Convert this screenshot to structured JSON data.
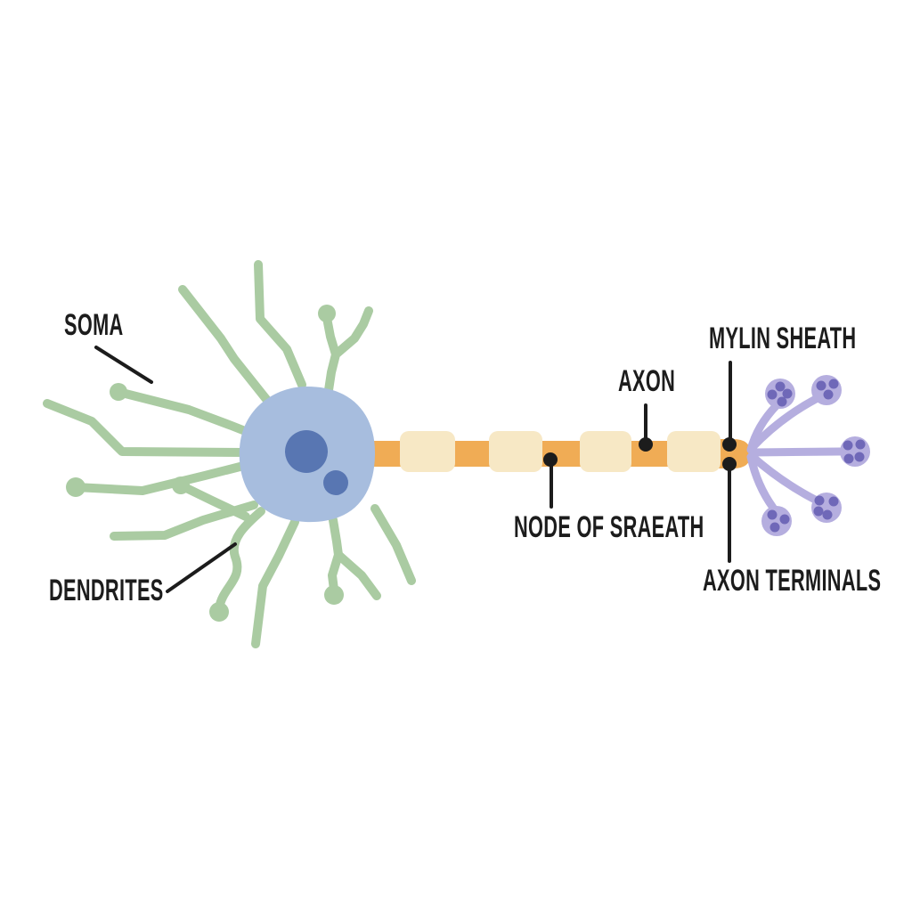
{
  "figure": {
    "description": "Flat illustration of a neuron with labeled parts"
  },
  "labels": {
    "soma": "SOMA",
    "dendrites": "DENDRITES",
    "axon": "AXON",
    "myelin_sheath": "MYLIN SHEATH",
    "node_of_ranvier": "NODE OF SRAEATH",
    "axon_terminals": "AXON TERMINALS"
  },
  "colors": {
    "background": "#ffffff",
    "soma": "#a7bdde",
    "nucleus": "#5876b2",
    "dendrite": "#aacba2",
    "axon": "#f0ac55",
    "myelin": "#f7e8c5",
    "terminal": "#b5aedf",
    "vesicle": "#6f68b8",
    "annotation": "#1c1c1c"
  }
}
